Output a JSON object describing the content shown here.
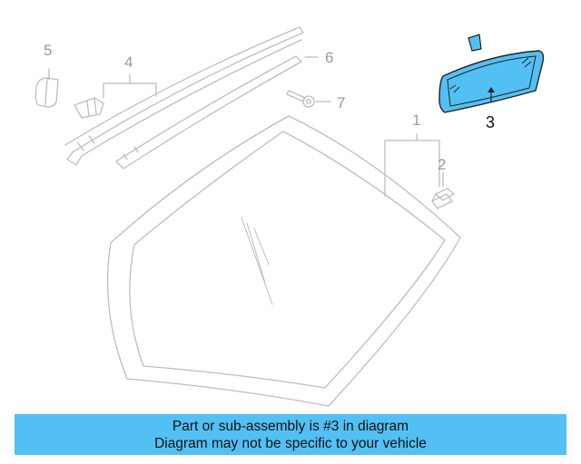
{
  "callouts": {
    "c1": "1",
    "c2": "2",
    "c3": "3",
    "c4": "4",
    "c5": "5",
    "c6": "6",
    "c7": "7"
  },
  "banner": {
    "line1": "Part or sub-assembly is #3 in diagram",
    "line2": "Diagram may not be specific to your vehicle"
  },
  "colors": {
    "highlight": "#53c0f3",
    "part_outline": "#b9b9b9",
    "selected_part_fill": "#53c0f3"
  }
}
